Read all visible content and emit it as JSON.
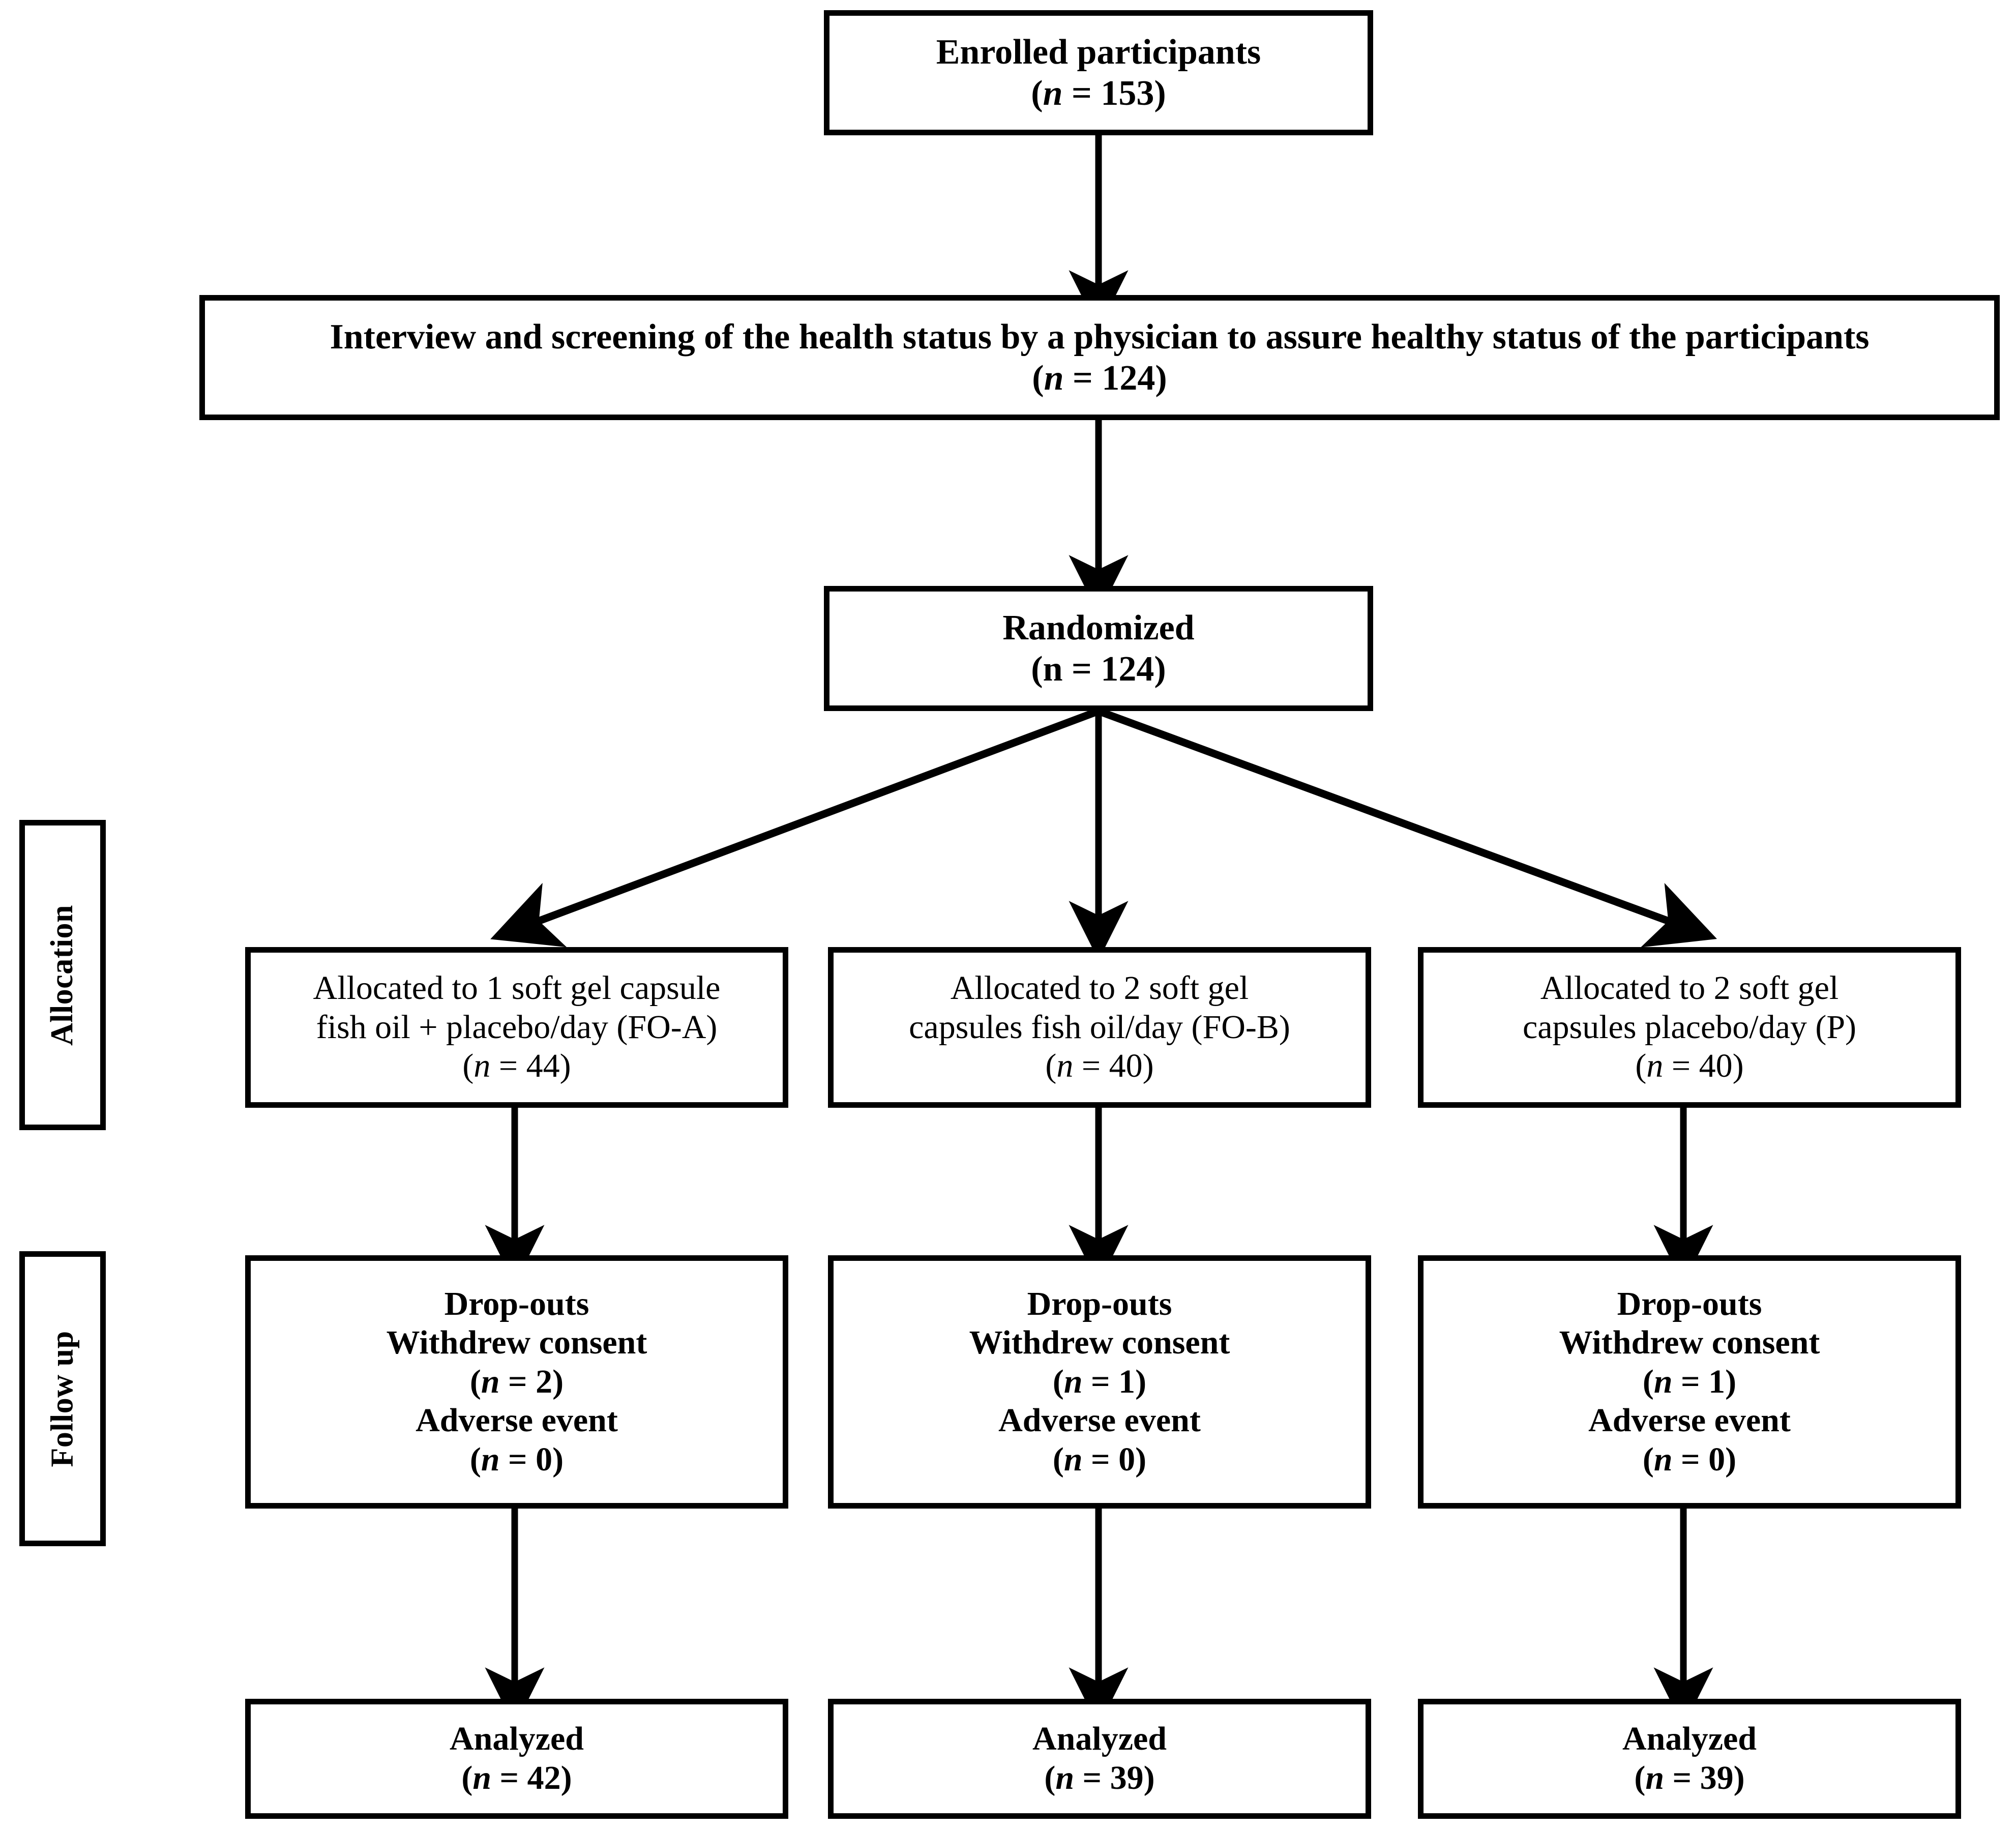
{
  "diagram": {
    "type": "CONSORT participant flow diagram",
    "stage_labels": [
      {
        "id": "allocation",
        "text": "Allocation"
      },
      {
        "id": "follow-up",
        "text": "Follow up"
      }
    ],
    "nodes": {
      "enrolled": {
        "title": "Enrolled participants",
        "count_line": "(n = 153)",
        "n_prefix": "(",
        "n_symbol": "n",
        "n_value": " = 153)",
        "n_italic": true
      },
      "screening": {
        "title": "Interview and screening of the health status by a physician to assure healthy status of the participants",
        "count_line": "(n = 124)",
        "n_prefix": "(",
        "n_symbol": "n",
        "n_value": " = 124)",
        "n_italic": true
      },
      "randomized": {
        "title": "Randomized",
        "count_line": "(n = 124)",
        "n_prefix": "(",
        "n_symbol": "n",
        "n_value": " = 124)",
        "n_italic": false
      }
    },
    "arms": [
      {
        "id": "fo-a",
        "allocation": {
          "line1": "Allocated to 1 soft gel capsule",
          "line2": "fish oil + placebo/day (FO-A)",
          "n_prefix": "(",
          "n_symbol": "n",
          "n_value": " = 44)"
        },
        "followup": {
          "heading": "Drop-outs",
          "reason1": "Withdrew consent",
          "reason1_n_prefix": "(",
          "reason1_n_symbol": "n",
          "reason1_n_value": " = 2)",
          "reason2": "Adverse event",
          "reason2_n_prefix": "(",
          "reason2_n_symbol": "n",
          "reason2_n_value": " = 0)"
        },
        "analyzed": {
          "title": "Analyzed",
          "n_prefix": "(",
          "n_symbol": "n",
          "n_value": " = 42)"
        }
      },
      {
        "id": "fo-b",
        "allocation": {
          "line1": "Allocated to 2 soft gel",
          "line2": "capsules fish oil/day (FO-B)",
          "n_prefix": "(",
          "n_symbol": "n",
          "n_value": " = 40)"
        },
        "followup": {
          "heading": "Drop-outs",
          "reason1": "Withdrew consent",
          "reason1_n_prefix": "(",
          "reason1_n_symbol": "n",
          "reason1_n_value": " = 1)",
          "reason2": "Adverse event",
          "reason2_n_prefix": "(",
          "reason2_n_symbol": "n",
          "reason2_n_value": " = 0)"
        },
        "analyzed": {
          "title": "Analyzed",
          "n_prefix": "(",
          "n_symbol": "n",
          "n_value": " = 39)"
        }
      },
      {
        "id": "placebo",
        "allocation": {
          "line1": "Allocated to 2 soft gel",
          "line2": "capsules placebo/day (P)",
          "n_prefix": "(",
          "n_symbol": "n",
          "n_value": " = 40)"
        },
        "followup": {
          "heading": "Drop-outs",
          "reason1": "Withdrew consent",
          "reason1_n_prefix": "(",
          "reason1_n_symbol": "n",
          "reason1_n_value": " = 1)",
          "reason2": "Adverse event",
          "reason2_n_prefix": "(",
          "reason2_n_symbol": "n",
          "reason2_n_value": " = 0)"
        },
        "analyzed": {
          "title": "Analyzed",
          "n_prefix": "(",
          "n_symbol": "n",
          "n_value": " = 39)"
        }
      }
    ],
    "colors": {
      "stroke": "#000000",
      "fill": "#ffffff",
      "text": "#000000"
    }
  },
  "chart_data": {
    "type": "diagram",
    "title": "CONSORT flow of participants",
    "nodes": [
      {
        "id": "enrolled",
        "label": "Enrolled participants",
        "n": 153
      },
      {
        "id": "screening",
        "label": "Interview and screening of the health status by a physician to assure healthy status of the participants",
        "n": 124
      },
      {
        "id": "randomized",
        "label": "Randomized",
        "n": 124
      },
      {
        "id": "alloc-fo-a",
        "label": "Allocated to 1 soft gel capsule fish oil + placebo/day (FO-A)",
        "n": 44
      },
      {
        "id": "alloc-fo-b",
        "label": "Allocated to 2 soft gel capsules fish oil/day (FO-B)",
        "n": 40
      },
      {
        "id": "alloc-p",
        "label": "Allocated to 2 soft gel capsules placebo/day (P)",
        "n": 40
      },
      {
        "id": "drop-fo-a",
        "label": "Drop-outs",
        "withdrew_consent": 2,
        "adverse_event": 0
      },
      {
        "id": "drop-fo-b",
        "label": "Drop-outs",
        "withdrew_consent": 1,
        "adverse_event": 0
      },
      {
        "id": "drop-p",
        "label": "Drop-outs",
        "withdrew_consent": 1,
        "adverse_event": 0
      },
      {
        "id": "anal-fo-a",
        "label": "Analyzed",
        "n": 42
      },
      {
        "id": "anal-fo-b",
        "label": "Analyzed",
        "n": 39
      },
      {
        "id": "anal-p",
        "label": "Analyzed",
        "n": 39
      }
    ],
    "edges": [
      [
        "enrolled",
        "screening"
      ],
      [
        "screening",
        "randomized"
      ],
      [
        "randomized",
        "alloc-fo-a"
      ],
      [
        "randomized",
        "alloc-fo-b"
      ],
      [
        "randomized",
        "alloc-p"
      ],
      [
        "alloc-fo-a",
        "drop-fo-a"
      ],
      [
        "alloc-fo-b",
        "drop-fo-b"
      ],
      [
        "alloc-p",
        "drop-p"
      ],
      [
        "drop-fo-a",
        "anal-fo-a"
      ],
      [
        "drop-fo-b",
        "anal-fo-b"
      ],
      [
        "drop-p",
        "anal-p"
      ]
    ]
  }
}
